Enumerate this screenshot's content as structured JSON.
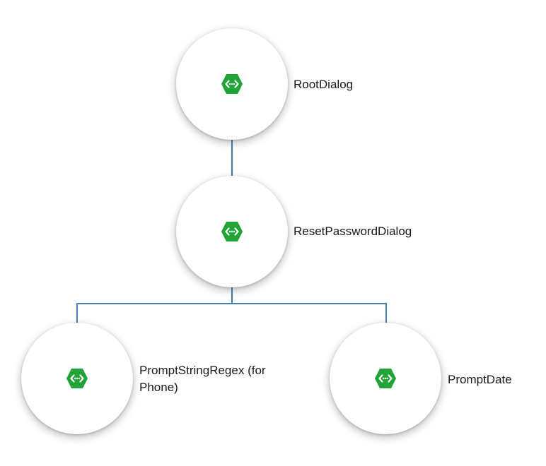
{
  "colors": {
    "connector": "#4a7fb5",
    "icon": "#21a336",
    "node_fill": "#ffffff"
  },
  "nodes": {
    "root": {
      "label": "RootDialog",
      "icon": "dialog-hexagon-icon"
    },
    "reset": {
      "label": "ResetPasswordDialog",
      "icon": "dialog-hexagon-icon"
    },
    "prompt_string": {
      "label": "PromptStringRegex (for\nPhone)",
      "icon": "dialog-hexagon-icon"
    },
    "prompt_date": {
      "label": "PromptDate",
      "icon": "dialog-hexagon-icon"
    }
  },
  "edges": [
    {
      "from": "root",
      "to": "reset"
    },
    {
      "from": "reset",
      "to": "prompt_string"
    },
    {
      "from": "reset",
      "to": "prompt_date"
    }
  ]
}
